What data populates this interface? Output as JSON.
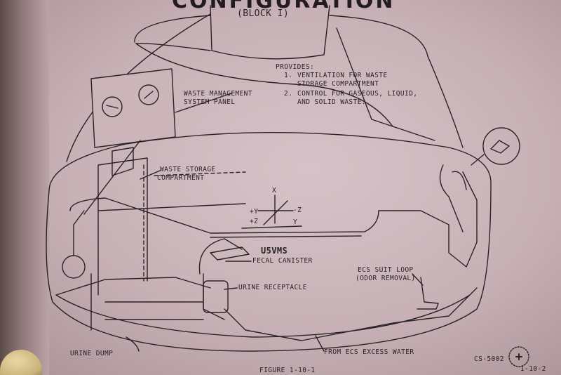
{
  "header": {
    "title_fragment": "CONFIGURATION",
    "block": "(BLOCK I)"
  },
  "provides": {
    "heading": "PROVIDES:",
    "items": [
      {
        "num": "1.",
        "line1": "VENTILATION FOR WASTE",
        "line2": "STORAGE COMPARTMENT"
      },
      {
        "num": "2.",
        "line1": "CONTROL FOR GASEOUS, LIQUID,",
        "line2": "AND SOLID WASTE."
      }
    ]
  },
  "labels": {
    "panel_line1": "WASTE MANAGEMENT",
    "panel_line2": "SYSTEM PANEL",
    "storage_line1": "WASTE STORAGE",
    "storage_line2": "COMPARTMENT",
    "uvms": "U5VMS",
    "fecal": "FECAL CANISTER",
    "urine_receptacle": "URINE RECEPTACLE",
    "ecs_line1": "ECS SUIT LOOP",
    "ecs_line2": "(ODOR REMOVAL)",
    "urine_dump": "URINE DUMP",
    "excess_water": "FROM ECS EXCESS WATER",
    "figure": "FIGURE 1-10-1",
    "code": "CS-5002",
    "page": "1-10-2"
  },
  "axes": {
    "x": "X",
    "plus_y": "+Y",
    "plus_z": "+Z",
    "minus_z": "-Z",
    "y": "Y"
  },
  "colors": {
    "ink": "#2b2224",
    "paper": "#cdb8bd"
  }
}
